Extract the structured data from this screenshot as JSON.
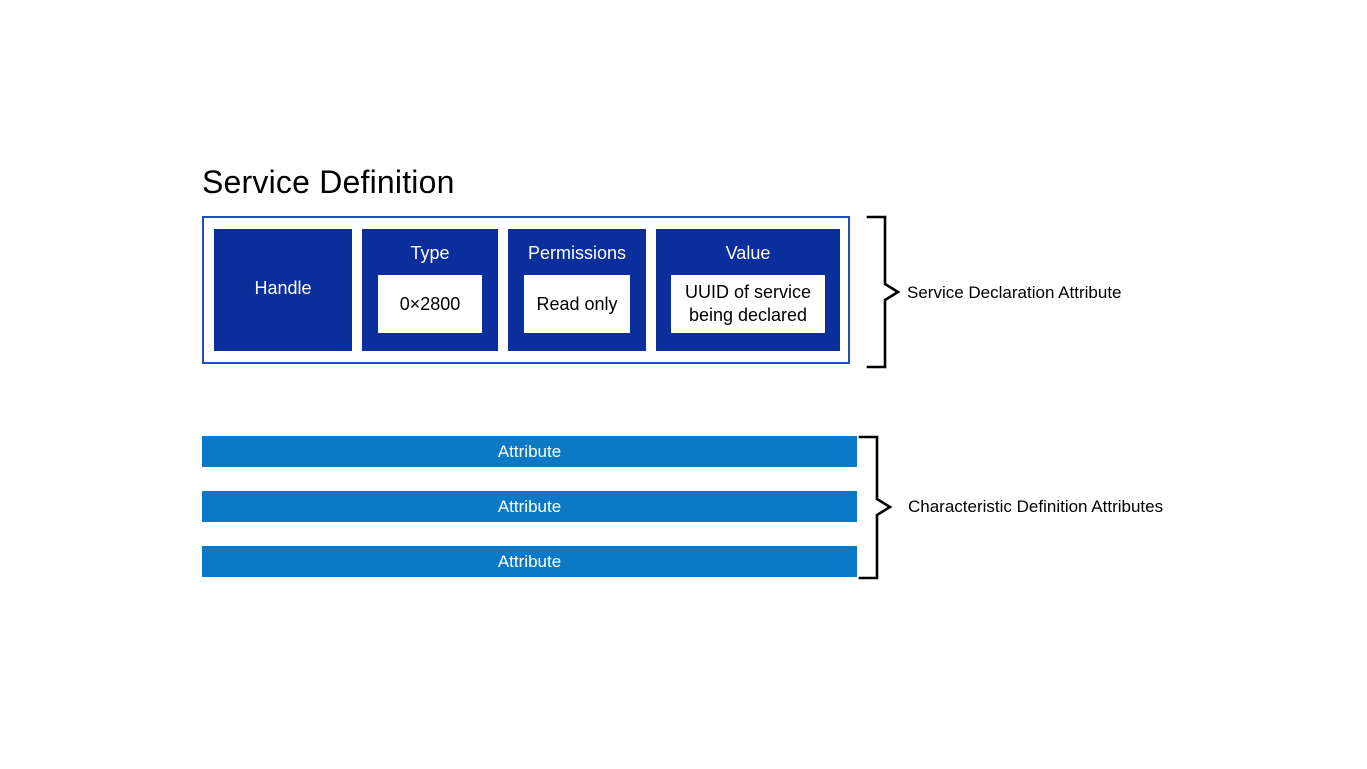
{
  "diagram": {
    "title": "Service Definition",
    "service_declaration": {
      "fields": [
        {
          "name": "handle",
          "title": "Handle",
          "value": null
        },
        {
          "name": "type",
          "title": "Type",
          "value": "0×2800"
        },
        {
          "name": "permissions",
          "title": "Permissions",
          "value": "Read only"
        },
        {
          "name": "value",
          "title": "Value",
          "value_line_1": "UUID of service",
          "value_line_2": "being declared"
        }
      ],
      "group_label": "Service Declaration Attribute"
    },
    "characteristic_definition": {
      "bars": [
        {
          "label": "Attribute"
        },
        {
          "label": "Attribute"
        },
        {
          "label": "Attribute"
        }
      ],
      "group_label": "Characteristic Definition Attributes"
    },
    "colors": {
      "dark_blue": "#0A2E9B",
      "light_blue": "#0B79C6",
      "frame_border": "#1F4FBF",
      "bracket": "#000000",
      "text_on_blue": "#FFFFFF",
      "text_dark": "#000000",
      "background": "#FFFFFF"
    }
  }
}
